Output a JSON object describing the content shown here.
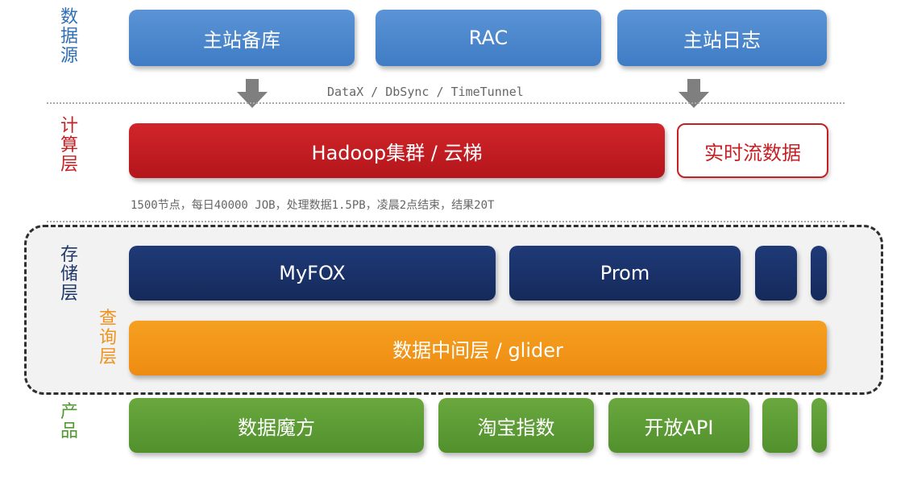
{
  "layers": {
    "source": {
      "label": "数\n据\n源"
    },
    "compute": {
      "label": "计\n算\n层"
    },
    "storage": {
      "label": "存\n储\n层"
    },
    "query": {
      "label": "查\n询\n层"
    },
    "product": {
      "label": "产\n品"
    }
  },
  "source_blocks": [
    "主站备库",
    "RAC",
    "主站日志"
  ],
  "sync_note": "DataX / DbSync / TimeTunnel",
  "compute_blocks": {
    "main": "Hadoop集群 / 云梯",
    "stream": "实时流数据"
  },
  "compute_note": "1500节点，每日40000 JOB，处理数据1.5PB，凌晨2点结束，结果20T",
  "storage_blocks": [
    "MyFOX",
    "Prom"
  ],
  "query_block": "数据中间层 / glider",
  "product_blocks": [
    "数据魔方",
    "淘宝指数",
    "开放API"
  ],
  "colors": {
    "source": "#4a87cc",
    "compute": "#c52124",
    "storage": "#1b3266",
    "query": "#f29418",
    "product": "#5c9b34"
  }
}
